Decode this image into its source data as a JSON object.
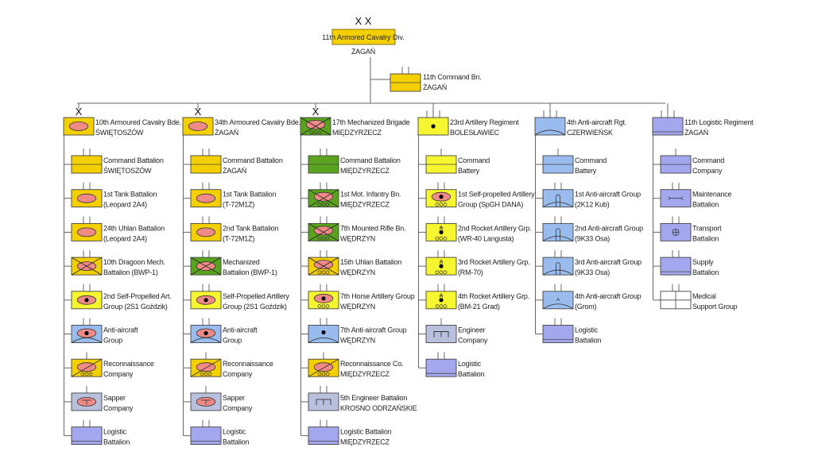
{
  "colors": {
    "armor": "#f5d000",
    "mech": "#5aa31e",
    "artillery": "#f5f530",
    "airdef": "#99bbee",
    "engineer": "#b8c0dd",
    "logistic": "#a3a7ee",
    "medical": "#ffffff",
    "oval": "#ef8a86",
    "line": "#555555"
  },
  "division": {
    "echelon": "X X",
    "name": "11th Armored Cavalry Div.",
    "location": "ŻAGAŃ"
  },
  "hq": {
    "echelon": "II",
    "line1": "11th Command Bn.",
    "line2": "ŻAGAŃ",
    "color": "armor",
    "type": "command"
  },
  "columns": [
    {
      "head": {
        "echelon": "X",
        "line1": "10th Armoured Cavalry Bde.",
        "line2": "ŚWIĘTOSZÓW",
        "color": "armor",
        "type": "tank"
      },
      "units": [
        {
          "echelon": "II",
          "line1": "Command Battalion",
          "line2": "ŚWIĘTOSZÓW",
          "color": "armor",
          "type": "command"
        },
        {
          "echelon": "II",
          "line1": "1st Tank Battalion",
          "line2": "(Leopard 2A4)",
          "color": "armor",
          "type": "tank"
        },
        {
          "echelon": "II",
          "line1": "24th Uhlan Battalion",
          "line2": "(Leopard 2A4)",
          "color": "armor",
          "type": "tank"
        },
        {
          "echelon": "II",
          "line1": "10th Dragoon Mech.",
          "line2": "Battalion (BWP-1)",
          "color": "armor",
          "type": "mech"
        },
        {
          "echelon": "II",
          "line1": "2nd Self-Propelled Art.",
          "line2": "Group (2S1 Goździk)",
          "color": "artillery",
          "type": "sp-art"
        },
        {
          "echelon": "II",
          "line1": "Anti-aircraft",
          "line2": "Group",
          "color": "airdef",
          "type": "aa-sp"
        },
        {
          "echelon": "I",
          "line1": "Reconnaissance",
          "line2": "Company",
          "color": "armor",
          "type": "recon"
        },
        {
          "echelon": "I",
          "line1": "Sapper",
          "line2": "Company",
          "color": "engineer",
          "type": "sapper"
        },
        {
          "echelon": "II",
          "line1": "Logistic",
          "line2": "Battalion",
          "color": "logistic",
          "type": "logistic"
        }
      ]
    },
    {
      "head": {
        "echelon": "X",
        "line1": "34th Armoured Cavalry Bde.",
        "line2": "ŻAGAŃ",
        "color": "armor",
        "type": "tank"
      },
      "units": [
        {
          "echelon": "II",
          "line1": "Command Battalion",
          "line2": "ŻAGAŃ",
          "color": "armor",
          "type": "command"
        },
        {
          "echelon": "II",
          "line1": "1st Tank Battalion",
          "line2": "(T-72M1Z)",
          "color": "armor",
          "type": "tank"
        },
        {
          "echelon": "II",
          "line1": "2nd Tank Battalion",
          "line2": "(T-72M1Z)",
          "color": "armor",
          "type": "tank"
        },
        {
          "echelon": "II",
          "line1": "Mechanized",
          "line2": "Battalion (BWP-1)",
          "color": "mech",
          "type": "mech"
        },
        {
          "echelon": "II",
          "line1": "Self-Propelled Artillery",
          "line2": "Group (2S1 Goździk)",
          "color": "artillery",
          "type": "sp-art"
        },
        {
          "echelon": "II",
          "line1": "Anti-aircraft",
          "line2": "Group",
          "color": "airdef",
          "type": "aa-sp"
        },
        {
          "echelon": "I",
          "line1": "Reconnaissance",
          "line2": "Company",
          "color": "armor",
          "type": "recon"
        },
        {
          "echelon": "I",
          "line1": "Sapper",
          "line2": "Company",
          "color": "engineer",
          "type": "sapper"
        },
        {
          "echelon": "II",
          "line1": "Logistic",
          "line2": "Battalion",
          "color": "logistic",
          "type": "logistic"
        }
      ]
    },
    {
      "head": {
        "echelon": "X",
        "line1": "17th Mechanized Brigade",
        "line2": "MIĘDZYRZECZ",
        "color": "mech",
        "type": "mot-inf"
      },
      "units": [
        {
          "echelon": "II",
          "line1": "Command Battalion",
          "line2": "MIĘDZYRZECZ",
          "color": "mech",
          "type": "command"
        },
        {
          "echelon": "II",
          "line1": "1st Mot. Infantry Bn.",
          "line2": "MIĘDZYRZECZ",
          "color": "mech",
          "type": "mot-inf"
        },
        {
          "echelon": "II",
          "line1": "7th Mounted Rifle Bn.",
          "line2": "WĘDRZYN",
          "color": "mech",
          "type": "mot-inf"
        },
        {
          "echelon": "II",
          "line1": "15th Uhlan Battalion",
          "line2": "WĘDRZYN",
          "color": "armor",
          "type": "mot-inf"
        },
        {
          "echelon": "II",
          "line1": "7th Horse Artillery Group",
          "line2": "WĘDRZYN",
          "color": "artillery",
          "type": "sp-art-wheel"
        },
        {
          "echelon": "II",
          "line1": "7th Anti-aircraft Group",
          "line2": "WĘDRZYN",
          "color": "airdef",
          "type": "aa-dot"
        },
        {
          "echelon": "I",
          "line1": "Reconnaissance Co.",
          "line2": "MIĘDZYRZECZ",
          "color": "armor",
          "type": "recon"
        },
        {
          "echelon": "II",
          "line1": "5th Engineer Battalion",
          "line2": "KROSNO ODRZAŃSKIE",
          "color": "engineer",
          "type": "engineer"
        },
        {
          "echelon": "II",
          "line1": "Logistic Battalion",
          "line2": "MIĘDZYRZECZ",
          "color": "logistic",
          "type": "logistic"
        }
      ]
    },
    {
      "head": {
        "echelon": "III",
        "line1": "23rd Artillery Regiment",
        "line2": "BOLESŁAWIEC",
        "color": "artillery",
        "type": "art"
      },
      "units": [
        {
          "echelon": "I",
          "line1": "Command",
          "line2": "Battery",
          "color": "artillery",
          "type": "command"
        },
        {
          "echelon": "II",
          "line1": "1st Self-propelled Artillery",
          "line2": "Group (SpGH DANA)",
          "color": "artillery",
          "type": "sp-art-wheel"
        },
        {
          "echelon": "II",
          "line1": "2nd Rocket Artillery Grp.",
          "line2": "(WR-40 Langusta)",
          "color": "artillery",
          "type": "rocket"
        },
        {
          "echelon": "II",
          "line1": "3rd Rocket Artillery Grp.",
          "line2": "(RM-70)",
          "color": "artillery",
          "type": "rocket"
        },
        {
          "echelon": "II",
          "line1": "4th Rocket Artillery Grp.",
          "line2": "(BM-21 Grad)",
          "color": "artillery",
          "type": "rocket"
        },
        {
          "echelon": "I",
          "line1": "Engineer",
          "line2": "Company",
          "color": "engineer",
          "type": "engineer"
        },
        {
          "echelon": "II",
          "line1": "Logistic",
          "line2": "Battalion",
          "color": "logistic",
          "type": "logistic"
        }
      ]
    },
    {
      "head": {
        "echelon": "III",
        "line1": "4th Anti-aircraft Rgt.",
        "line2": "CZERWIEŃSK",
        "color": "airdef",
        "type": "aa"
      },
      "units": [
        {
          "echelon": "I",
          "line1": "Command",
          "line2": "Battery",
          "color": "airdef",
          "type": "command"
        },
        {
          "echelon": "II",
          "line1": "1st Anti-aircraft Group",
          "line2": "(2K12 Kub)",
          "color": "airdef",
          "type": "aa-missile"
        },
        {
          "echelon": "II",
          "line1": "2nd Anti-aircraft Group",
          "line2": "(9K33 Osa)",
          "color": "airdef",
          "type": "aa-missile"
        },
        {
          "echelon": "II",
          "line1": "3rd Anti-aircraft Group",
          "line2": "(9K33 Osa)",
          "color": "airdef",
          "type": "aa-missile"
        },
        {
          "echelon": "II",
          "line1": "4th Anti-aircraft Group",
          "line2": "(Grom)",
          "color": "airdef",
          "type": "aa-manpad"
        },
        {
          "echelon": "II",
          "line1": "Logistic",
          "line2": "Battalion",
          "color": "logistic",
          "type": "logistic"
        }
      ]
    },
    {
      "head": {
        "echelon": "III",
        "line1": "11th Logistic Regiment",
        "line2": "ŻAGAŃ",
        "color": "logistic",
        "type": "logistic"
      },
      "units": [
        {
          "echelon": "I",
          "line1": "Command",
          "line2": "Company",
          "color": "logistic",
          "type": "command"
        },
        {
          "echelon": "II",
          "line1": "Maintenance",
          "line2": "Battalion",
          "color": "logistic",
          "type": "maintenance"
        },
        {
          "echelon": "II",
          "line1": "Transport",
          "line2": "Battalion",
          "color": "logistic",
          "type": "transport"
        },
        {
          "echelon": "II",
          "line1": "Supply",
          "line2": "Battalion",
          "color": "logistic",
          "type": "logistic"
        },
        {
          "echelon": "II",
          "line1": "Medical",
          "line2": "Support Group",
          "color": "medical",
          "type": "medical"
        }
      ]
    }
  ]
}
